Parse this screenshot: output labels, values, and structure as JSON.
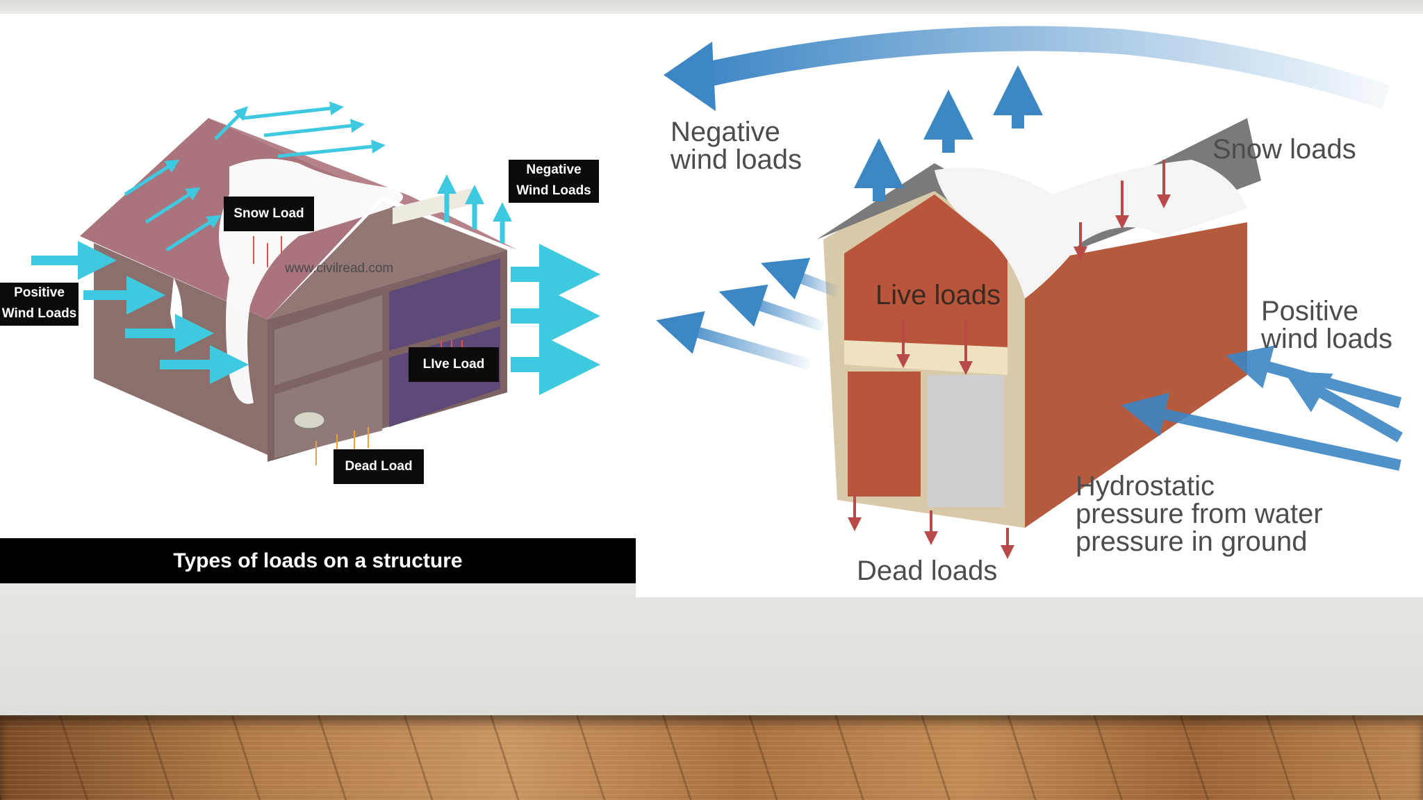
{
  "left_diagram": {
    "caption": "Types of loads on a structure",
    "watermark": "www.civilread.com",
    "labels": {
      "snow_load": "Snow Load",
      "negative_wind_line1": "Negative",
      "negative_wind_line2": "Wind Loads",
      "positive_wind_line1": "Positive",
      "positive_wind_line2": "Wind Loads",
      "live_load": "LIve Load",
      "dead_load": "Dead Load"
    }
  },
  "right_diagram": {
    "labels": {
      "negative_wind_line1": "Negative",
      "negative_wind_line2": "wind loads",
      "snow_loads": "Snow loads",
      "live_loads": "Live loads",
      "positive_wind_line1": "Positive",
      "positive_wind_line2": "wind loads",
      "hydrostatic_line1": "Hydrostatic",
      "hydrostatic_line2": "pressure from water",
      "hydrostatic_line3": "pressure in ground",
      "dead_loads": "Dead loads"
    }
  },
  "colors": {
    "wind_arrow_left": "#3ec9e0",
    "wind_arrow_right": "#3d86c4",
    "load_arrow_red": "#d9534f",
    "dead_arrow_orange": "#f0a030",
    "roof": "#a9747c",
    "walls": "#8a6e6c",
    "brick": "#b55a3c"
  }
}
